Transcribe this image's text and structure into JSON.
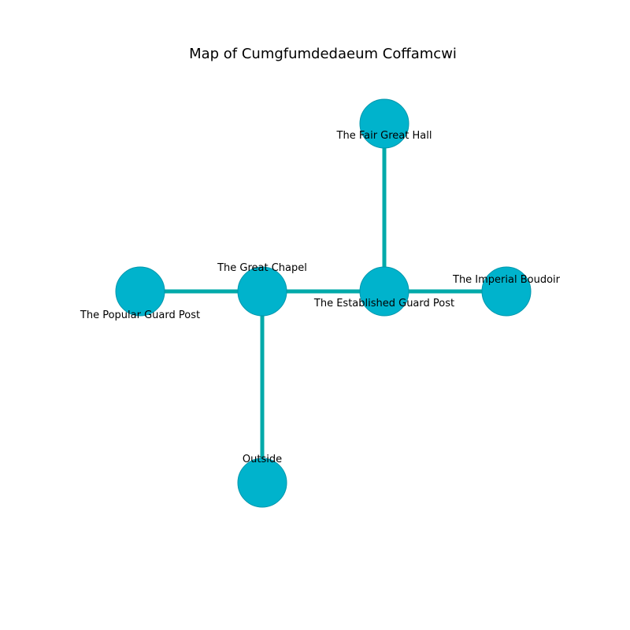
{
  "title": "Map of Cumgfumdedaeum Coffamcwi",
  "colors": {
    "node_fill": "#00b3cc",
    "node_stroke": "#0097ad",
    "edge": "#00aaaa"
  },
  "nodes": [
    {
      "id": "fair-great-hall",
      "label": "The Fair Great Hall"
    },
    {
      "id": "great-chapel",
      "label": "The Great Chapel"
    },
    {
      "id": "established-guard-post",
      "label": "The Established Guard Post"
    },
    {
      "id": "imperial-boudoir",
      "label": "The Imperial Boudoir"
    },
    {
      "id": "popular-guard-post",
      "label": "The Popular Guard Post"
    },
    {
      "id": "outside",
      "label": "Outside"
    }
  ],
  "edges": [
    [
      "popular-guard-post",
      "great-chapel"
    ],
    [
      "great-chapel",
      "established-guard-post"
    ],
    [
      "established-guard-post",
      "imperial-boudoir"
    ],
    [
      "established-guard-post",
      "fair-great-hall"
    ],
    [
      "great-chapel",
      "outside"
    ]
  ]
}
